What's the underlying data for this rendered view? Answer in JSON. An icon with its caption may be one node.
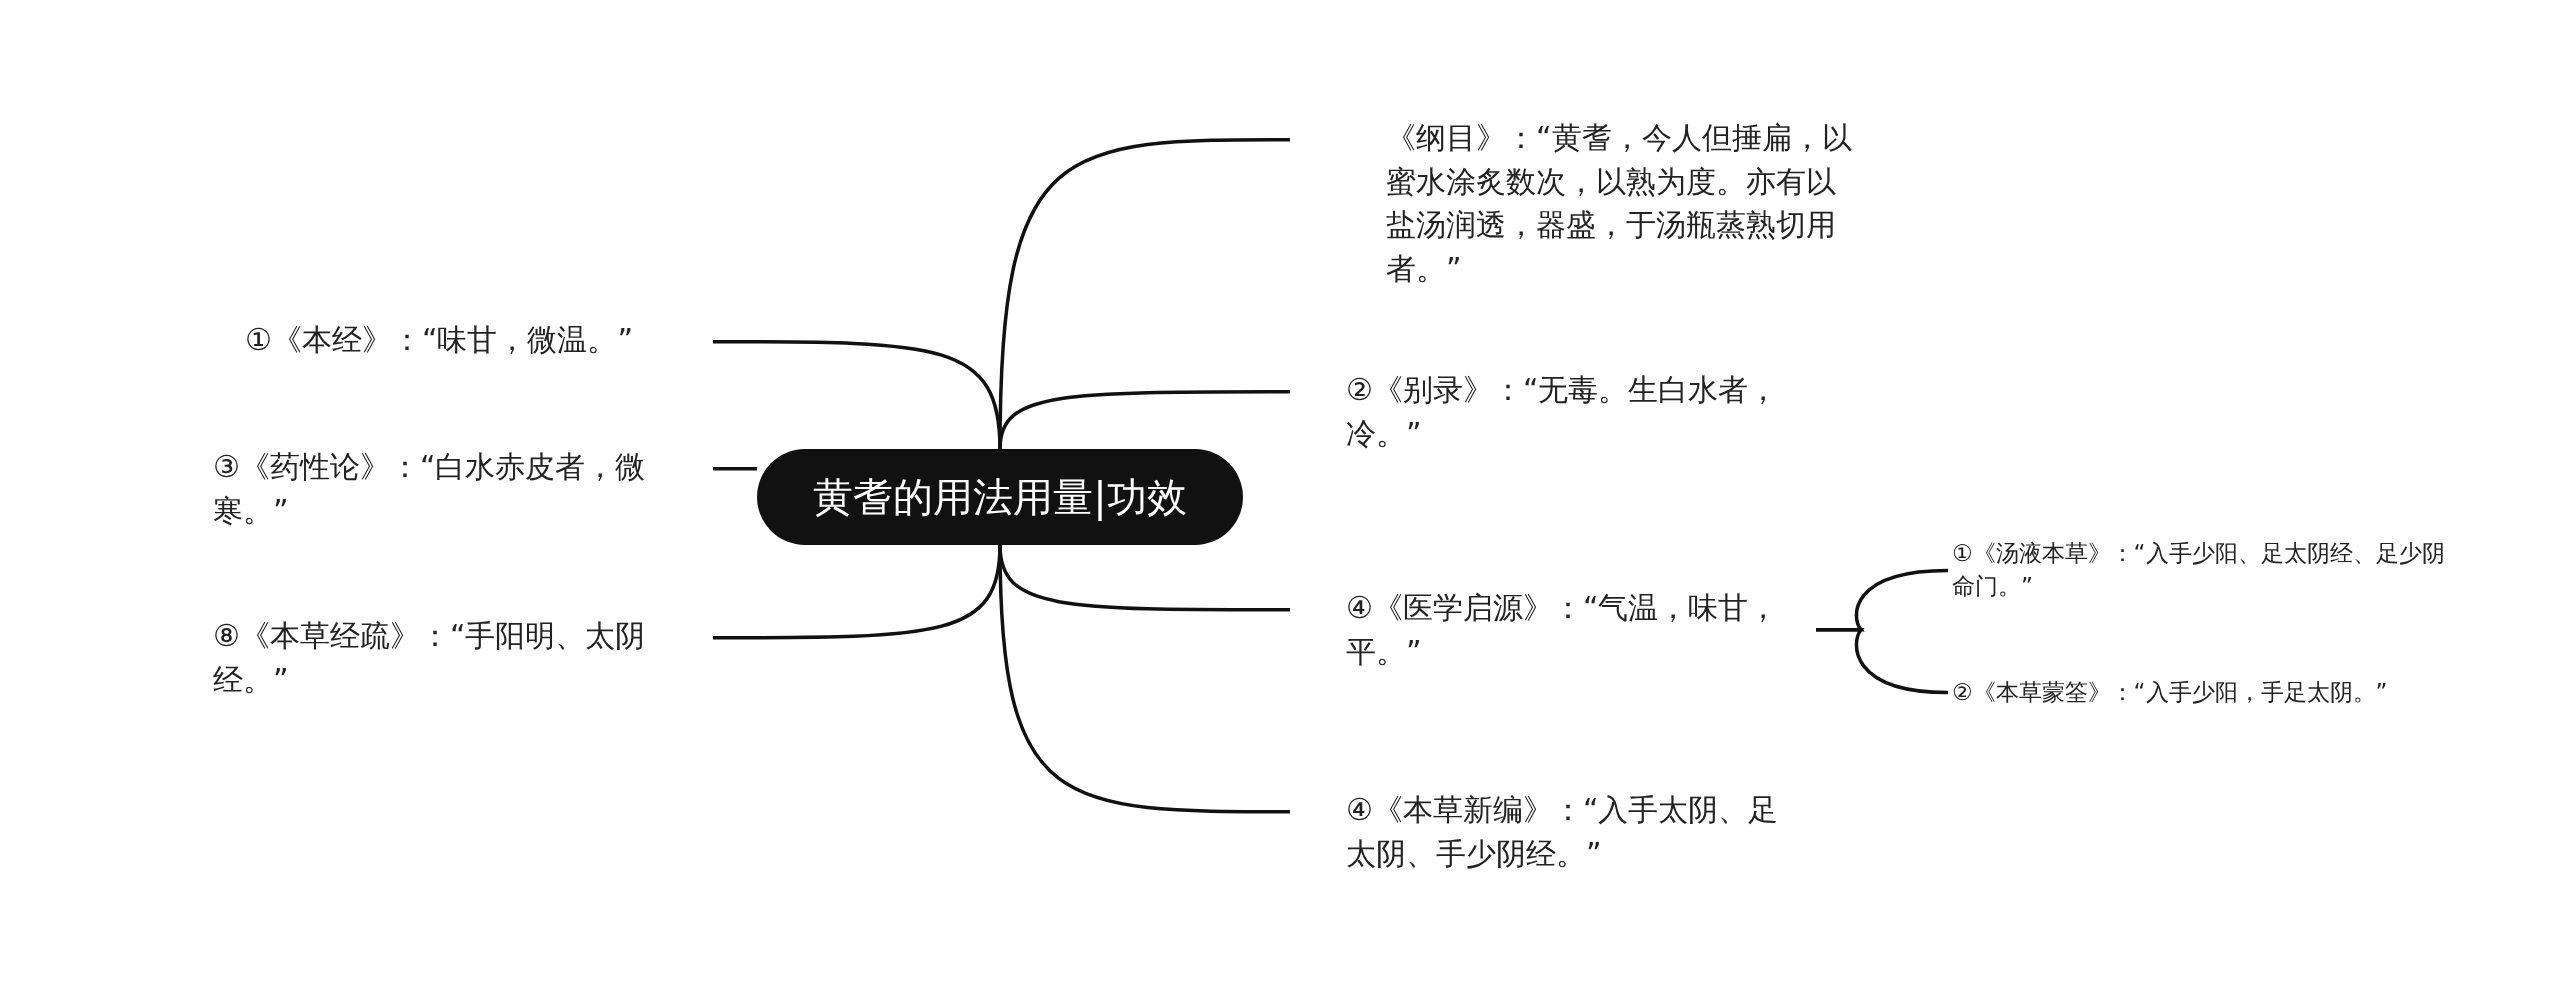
{
  "diagram": {
    "nodes": [
      {
        "text": [
          "黄耆的用法用量|功效"
        ]
      },
      {
        "text": [
          "《纲目》：“黄耆，今人但捶扁，以蜜水涂炙数次，以熟为度。亦有以盐汤润透，器盛，于汤瓶蒸熟切用者。”"
        ]
      },
      {
        "text": [
          "②《别录》：“无毒。生白水者，冷。”"
        ]
      },
      {
        "text": [
          "④《医学启源》：“气温，味甘，平。”"
        ]
      },
      {
        "text": [
          "④《本草新编》：“入手太阴、足太阴、手少阴经。”"
        ]
      },
      {
        "text": [
          "①《汤液本草》：“入手少阳、足太阴经、足少阴命门。”"
        ]
      },
      {
        "text": [
          "②《本草蒙筌》：“入手少阳，手足太阴。”"
        ]
      },
      {
        "text": [
          "①《本经》：“味甘，微温。”"
        ]
      },
      {
        "text": [
          "③《药性论》：“白水赤皮者，微寒。”"
        ]
      },
      {
        "text": [
          "⑧《本草经疏》：“手阳明、太阴经。”"
        ]
      }
    ],
    "edges": [
      {
        "from": 0,
        "to": 1,
        "arrow": "none"
      },
      {
        "from": 0,
        "to": 2,
        "arrow": "none"
      },
      {
        "from": 0,
        "to": 3,
        "arrow": "none"
      },
      {
        "from": 0,
        "to": 4,
        "arrow": "none"
      },
      {
        "from": 3,
        "to": 5,
        "arrow": "none"
      },
      {
        "from": 3,
        "to": 6,
        "arrow": "none"
      },
      {
        "from": 0,
        "to": 7,
        "arrow": "none"
      },
      {
        "from": 0,
        "to": 8,
        "arrow": "none"
      },
      {
        "from": 0,
        "to": 9,
        "arrow": "none"
      }
    ]
  }
}
